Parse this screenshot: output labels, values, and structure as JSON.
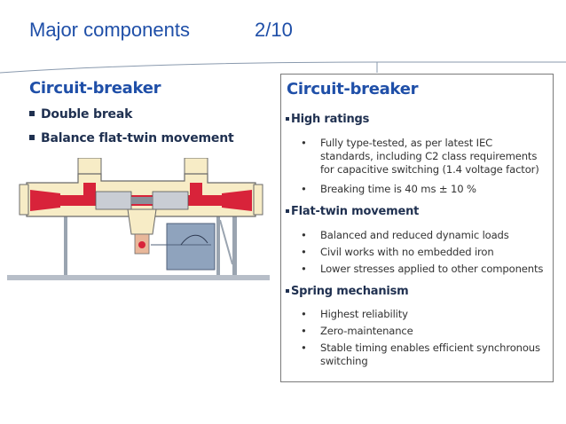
{
  "slide": {
    "title": "Major components",
    "page": "2/10"
  },
  "left": {
    "heading": "Circuit-breaker",
    "bullets": [
      "Double break",
      "Balance flat-twin movement"
    ]
  },
  "panel": {
    "heading": "Circuit-breaker",
    "sections": [
      {
        "title": "High ratings",
        "bullets": [
          "Fully type-tested, as per latest IEC standards, including C2 class requirements for capacitive switching (1.4 voltage factor)",
          "Breaking time is 40 ms ± 10 %"
        ]
      },
      {
        "title": "Flat-twin movement",
        "bullets": [
          "Balanced and reduced dynamic loads",
          "Civil works with no embedded iron",
          "Lower stresses applied to other components"
        ]
      },
      {
        "title": "Spring mechanism",
        "bullets": [
          "Highest reliability",
          "Zero-maintenance",
          "Stable timing enables efficient synchronous switching"
        ]
      }
    ]
  },
  "colors": {
    "brand_blue": "#1f4fa8",
    "dark_text": "#1f3050",
    "breaker_red": "#d8233a",
    "breaker_cream": "#f7ecc6",
    "frame_gray": "#9aa4b0"
  }
}
